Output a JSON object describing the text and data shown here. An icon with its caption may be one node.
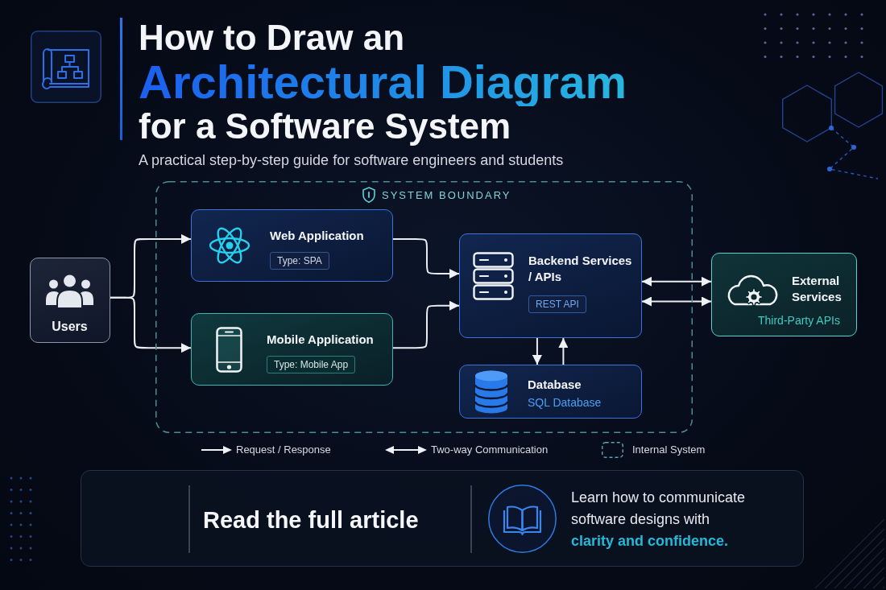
{
  "diagram": {
    "title": "How to Draw an Architectural Diagram for a Software System",
    "nodes": [
      {
        "text": [
          "SYSTEM BOUNDARY"
        ]
      },
      {
        "text": [
          "Users"
        ]
      },
      {
        "text": [
          "Web Application",
          "Type: SPA"
        ],
        "in": 0
      },
      {
        "text": [
          "Mobile Application",
          "Type: Mobile App"
        ],
        "in": 0
      },
      {
        "text": [
          "Backend Services / APIs",
          "REST API"
        ],
        "in": 0
      },
      {
        "text": [
          "Database",
          "SQL Database"
        ],
        "in": 0
      },
      {
        "text": [
          "External Services",
          "Third-Party APIs"
        ]
      },
      {
        "text": [
          "Read the full article",
          "Learn how to communicate software designs with **clarity and confidence.**"
        ]
      }
    ],
    "edges": [
      {
        "from": 1,
        "to": 2,
        "arrow": "to"
      },
      {
        "from": 1,
        "to": 3,
        "arrow": "to"
      },
      {
        "from": 2,
        "to": 4,
        "arrow": "to"
      },
      {
        "from": 3,
        "to": 4,
        "arrow": "to"
      },
      {
        "from": 4,
        "to": 6,
        "arrow": "both"
      },
      {
        "from": 4,
        "to": 6,
        "arrow": "both"
      },
      {
        "from": 4,
        "to": 5,
        "arrow": "to"
      },
      {
        "from": 5,
        "to": 4,
        "arrow": "to"
      }
    ],
    "labels": [
      "A practical step-by-step guide for software engineers and students"
    ],
    "legend": [
      {
        "text": "Request / Response"
      },
      {
        "text": "Two-way Communication"
      },
      {
        "text": "Internal System"
      }
    ]
  }
}
